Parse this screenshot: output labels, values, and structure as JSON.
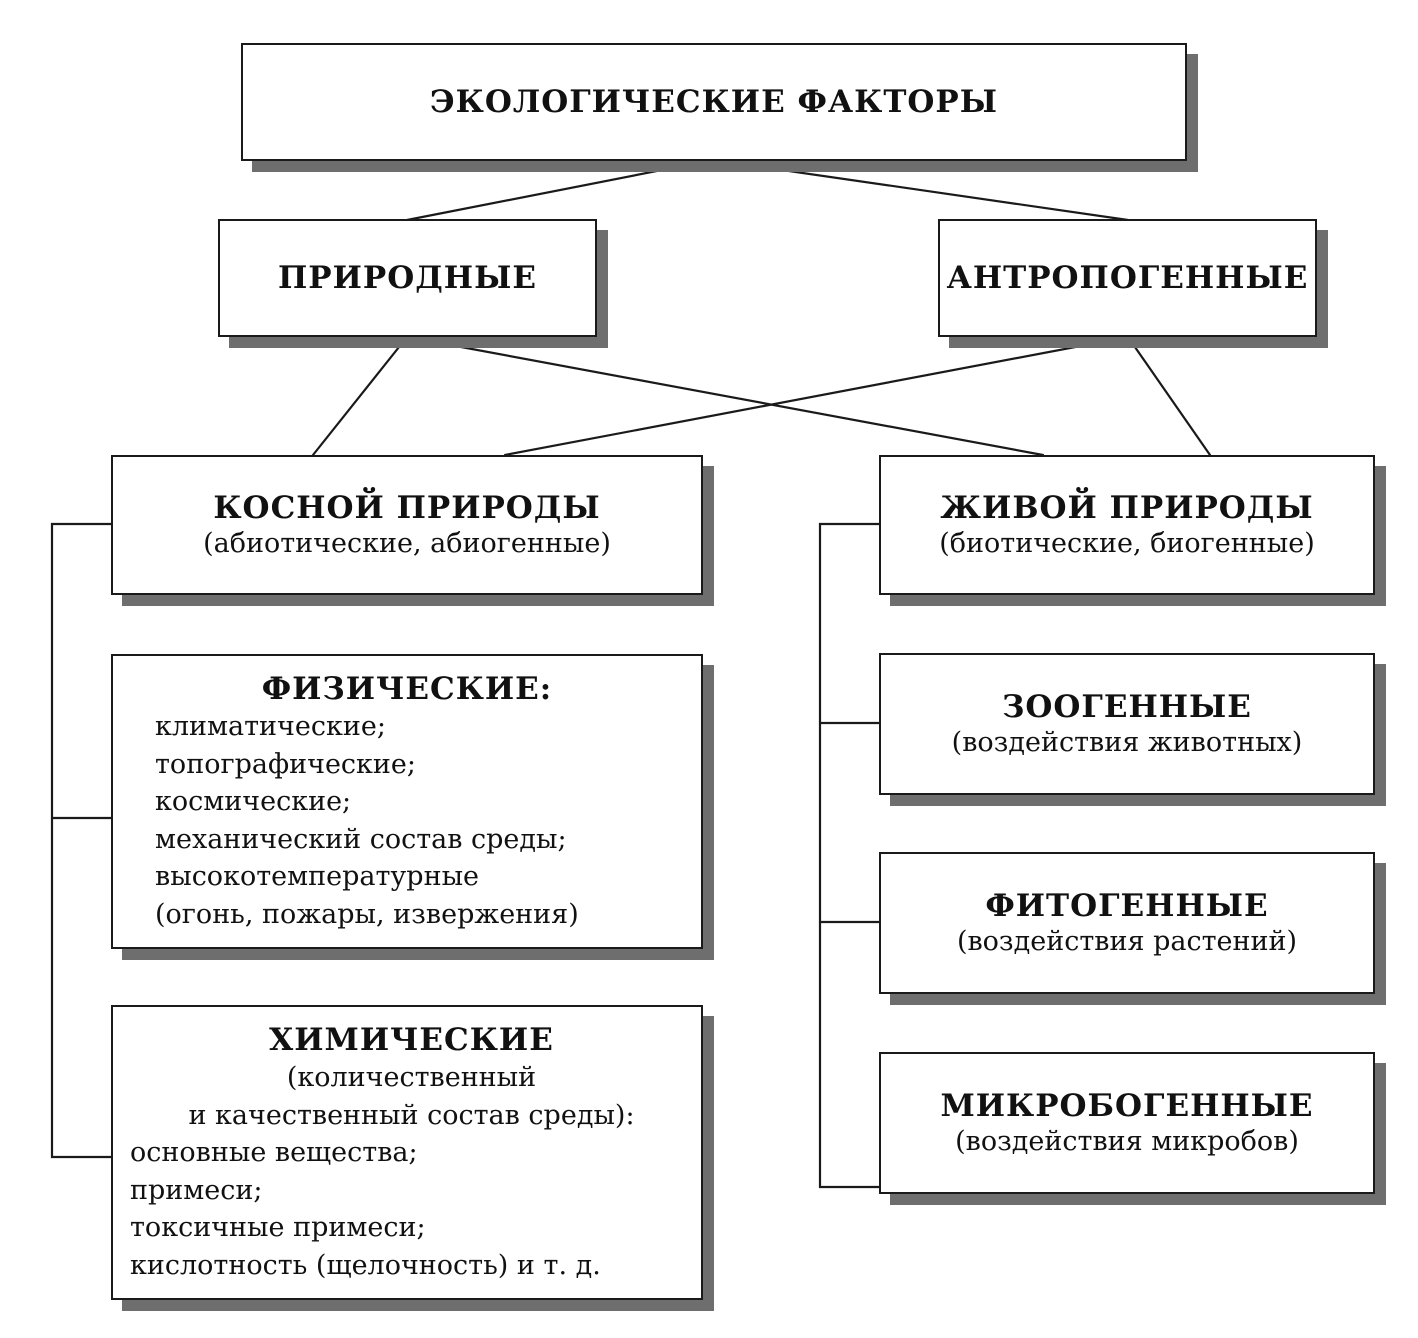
{
  "diagram": {
    "root": {
      "title": "ЭКОЛОГИЧЕСКИЕ ФАКТОРЫ"
    },
    "natural": {
      "title": "ПРИРОДНЫЕ"
    },
    "anthropogenic": {
      "title": "АНТРОПОГЕННЫЕ"
    },
    "inanimate": {
      "title": "КОСНОЙ ПРИРОДЫ",
      "subtitle": "(абиотические, абиогенные)"
    },
    "living": {
      "title": "ЖИВОЙ ПРИРОДЫ",
      "subtitle": "(биотические, биогенные)"
    },
    "physical": {
      "title": "ФИЗИЧЕСКИЕ:",
      "items": [
        "климатические;",
        "топографические;",
        "космические;",
        "механический состав среды;",
        "высокотемпературные",
        "(огонь, пожары, извержения)"
      ]
    },
    "chemical": {
      "title": "ХИМИЧЕСКИЕ",
      "sub_lines": [
        "(количественный",
        "и качественный состав среды):"
      ],
      "items": [
        "основные вещества;",
        "примеси;",
        "токсичные примеси;",
        "кислотность (щелочность) и т. д."
      ]
    },
    "zoogenic": {
      "title": "ЗООГЕННЫЕ",
      "subtitle": "(воздействия животных)"
    },
    "phytogenic": {
      "title": "ФИТОГЕННЫЕ",
      "subtitle": "(воздействия растений)"
    },
    "microbogenic": {
      "title": "МИКРОБОГЕННЫЕ",
      "subtitle": "(воздействия микробов)"
    }
  },
  "colors": {
    "line": "#1a1a1a",
    "shadow": "#6e6e6e"
  }
}
